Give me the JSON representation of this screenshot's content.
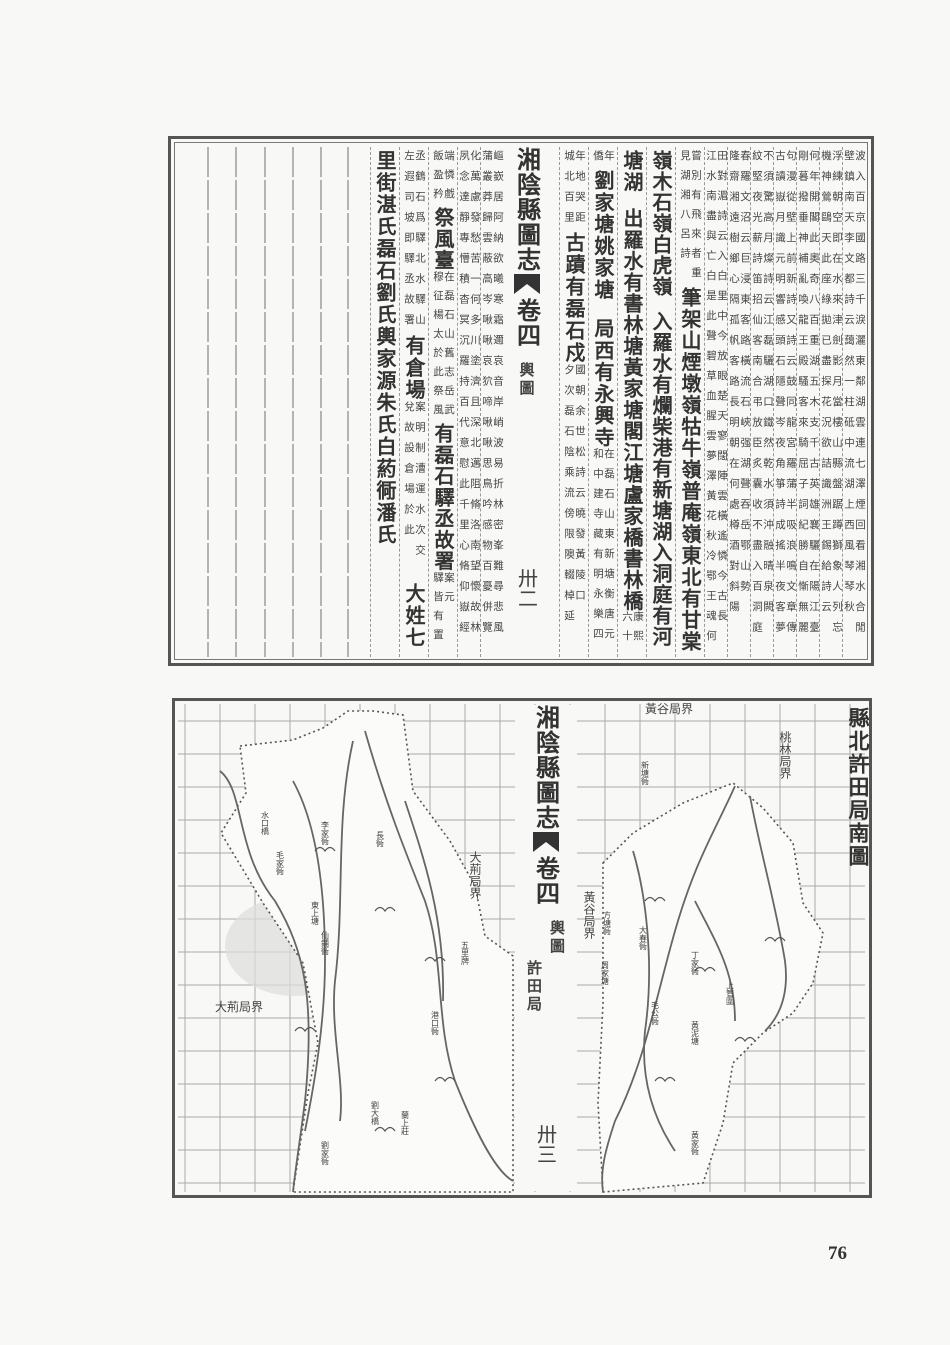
{
  "upper_page": {
    "book_title": "湘陰縣圖志",
    "volume": "卷四",
    "section": "輿圖",
    "folio": "卅二",
    "columns": [
      {
        "segs": [
          {
            "small": [
              "波入百京國路三千淚灑東鄰湖雲連七澤煙回看湘水合閒",
              "壁鎮南天李文都詩云藹然一柱砥中流湖上西風琴琴秋"
            ]
          }
        ]
      },
      {
        "segs": [
          {
            "small": [
              "浮練朝空即在水來津劍影月當樓山縣盤踞蹲獅象人列忘",
              "機神鶯鷗天此座綠拋已盡探花況欲詰識洲王錫給詩云"
            ]
          }
        ]
      },
      {
        "segs": [
          {
            "small": [
              "何年開閣此奧奇八百重湖五木支千古英雄襄驪在陽江臺",
              "剛暮撥垂神補亂喚龍王殿騷客來騎屈子詞紀勝自慚無麗"
            ]
          }
        ]
      },
      {
        "segs": [
          {
            "small": [
              "句漫從壁上前新詩又詩云鼓同龍宮羅蒲半吸浪鳴文章傳",
              "古讀嶽月識元明響感頭石隱聲岑夜角箏詩成搖半夜客夢"
            ]
          }
        ]
      },
      {
        "segs": [
          {
            "small": [
              "不須驚高月燦詩云江磊驪湖口鐵然乾水須沖融晴泉闕",
              "紋堅夜光薪詩笛招仙客南合弔放臣炙囊收不盡入百洞庭"
            ]
          }
        ]
      },
      {
        "segs": [
          {
            "small": [
              "春羅文沼云巨浸東客路橫流石峽强湖聲吞岳鄂山勢",
              "隆齋湘遠樹鄉心隔孤帆客路長明朝在何處樽酒對斜陽"
            ]
          }
        ]
      },
      {
        "segs": [
          {
            "small": [
              "田對湄詩云入白里中今放眼楚天寥闊陣雲橫遙憐今古長",
              "江水南盡與亡白是此聲碧草血腥雲夢澤黃花秋冷鄂王魂何"
            ]
          }
        ]
      },
      {
        "segs": [
          {
            "small": [
              "嘗別有飛來者重",
              "見湖湘八呂詩"
            ]
          },
          {
            "big": "筆架山煙墩嶺牯牛嶺普庵嶺東北有甘棠"
          }
        ]
      },
      {
        "segs": [
          {
            "big": "嶺木石嶺白虎嶺"
          },
          {
            "gap": true
          },
          {
            "big": "入羅水有爛柴港有新塘湖入洞庭有河"
          }
        ]
      },
      {
        "segs": [
          {
            "big": "塘湖"
          },
          {
            "gap": true
          },
          {
            "big": "出羅水有書林塘黃家塘閣江塘盧家橋書林橋"
          },
          {
            "small": [
              "康熙",
              "六十"
            ]
          }
        ]
      },
      {
        "segs": [
          {
            "small": [
              "年",
              "僑"
            ]
          },
          {
            "big": "劉家塘姚家塘"
          },
          {
            "gap": true
          },
          {
            "big": "局西有永興寺"
          },
          {
            "small": [
              "在磊石山東新塘衡唐元",
              "和中建寺藏有明永樂四"
            ]
          }
        ]
      },
      {
        "segs": [
          {
            "small": [
              "年地哭距",
              "城北百里"
            ]
          },
          {
            "big": "古蹟有磊石戍"
          },
          {
            "small": [
              "國朝余世松詩云曉發黃陵口",
              "夕次磊石陰乘流傍限隩輟棹延"
            ]
          }
        ]
      }
    ],
    "left_columns": [
      {
        "segs": [
          {
            "small": [
              "嶇嶔居阿納欲曦寒霜邇哀音岸峭波易折林密峯難尋悲風",
              "蒲叢莽歸雲蔽高岑啾啾哀狖啼啾啾思鳥吟感物百憂併覽"
            ]
          }
        ]
      },
      {
        "segs": [
          {
            "small": [
              "化萬慮發愁苦一何多川塗濟且深北邁阻脩洛南望懷故林",
              "夙念達靜專懵積杳冥沉羅持百代意慰此千里心脩仰嶽經"
            ]
          }
        ]
      },
      {
        "segs": [
          {
            "small": [
              "端憐戲",
              "飯盈矜"
            ]
          },
          {
            "big": "祭風臺"
          },
          {
            "small": [
              "在磊石山舊志岳武",
              "穆征楊太於此祭風"
            ]
          },
          {
            "big": "有磊石驛丞故署"
          },
          {
            "small": [
              "案元",
              "驛皆有置"
            ]
          }
        ]
      },
      {
        "segs": [
          {
            "small": [
              "丞鶴石爲驛北水驛山",
              "左遐司坡即驛丞故署"
            ]
          },
          {
            "big": "有倉場"
          },
          {
            "small": [
              "案明制漕運水次交",
              "兌故設倉場於此"
            ]
          },
          {
            "gap": true
          },
          {
            "big": "大姓七"
          }
        ]
      },
      {
        "segs": [
          {
            "big": "里街湛氏磊石劉氏輿家源朱氏白葯衕潘氏"
          }
        ]
      }
    ]
  },
  "map_page": {
    "map_title": "縣北許田局南圖",
    "book_title": "湘陰縣圖志",
    "volume": "卷四",
    "section": "輿圖",
    "subsection": "許田局",
    "folio": "卅三",
    "boundary_labels": [
      "大荊局界",
      "大荊局界",
      "黃谷局界",
      "黃谷局界",
      "桃林局界"
    ],
    "place_labels": [
      "水口橋",
      "毛家衕",
      "李家衕",
      "仙鋪衕",
      "長衕",
      "東上塘",
      "劉大橋",
      "蘭上莊",
      "方塘衕",
      "周家塘",
      "丁家衕",
      "上管圍",
      "黃泥塘",
      "大春衕",
      "新塘衕",
      "劉家衕",
      "黃家衕",
      "毛公衕",
      "港口衕",
      "五里牌"
    ]
  },
  "page_number": "76",
  "colors": {
    "ink": "#333333",
    "paper": "#f8f8f6",
    "rule": "#999999"
  }
}
